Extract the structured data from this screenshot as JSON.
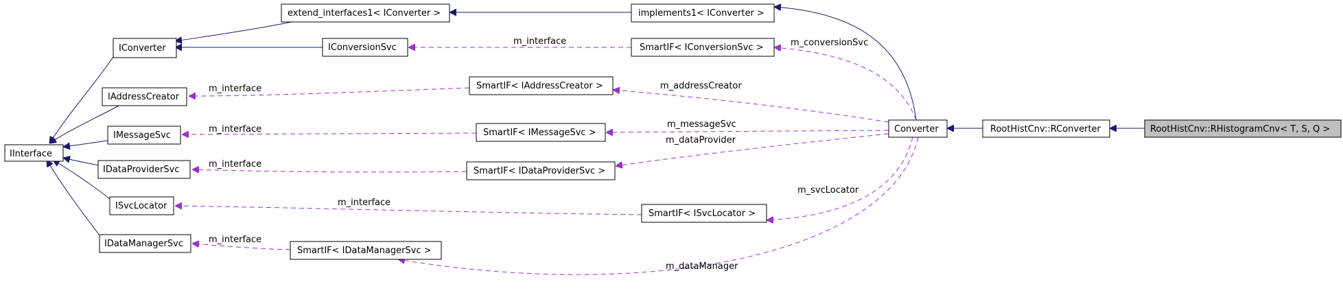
{
  "nodes": {
    "iinterface": "IInterface",
    "iconverter": "IConverter",
    "iaddresscreator": "IAddressCreator",
    "imessagesvc": "IMessageSvc",
    "idataprovidersvc": "IDataProviderSvc",
    "isvclocator": "ISvcLocator",
    "idatamanagersvc": "IDataManagerSvc",
    "extend_interfaces1": "extend_interfaces1< IConverter >",
    "iconversionsvc": "IConversionSvc",
    "implements1": "implements1< IConverter >",
    "smartif_iconversionsvc": "SmartIF< IConversionSvc >",
    "smartif_iaddresscreator": "SmartIF< IAddressCreator >",
    "smartif_imessagesvc": "SmartIF< IMessageSvc >",
    "smartif_idataprovidersvc": "SmartIF< IDataProviderSvc >",
    "smartif_isvclocator": "SmartIF< ISvcLocator >",
    "smartif_idatamanagersvc": "SmartIF< IDataManagerSvc >",
    "converter": "Converter",
    "rconverter": "RootHistCnv::RConverter",
    "rhistogramcnv": "RootHistCnv::RHistogramCnv< T, S, Q >"
  },
  "edge_labels": {
    "m_interface_conversionsvc": "m_interface",
    "m_interface_addresscreator": "m_interface",
    "m_interface_messagesvc": "m_interface",
    "m_interface_dataprovidersvc": "m_interface",
    "m_interface_svclocator": "m_interface",
    "m_interface_datamanagersvc": "m_interface",
    "m_conversionSvc": "m_conversionSvc",
    "m_addressCreator": "m_addressCreator",
    "m_messageSvc": "m_messageSvc",
    "m_dataProvider": "m_dataProvider",
    "m_svcLocator": "m_svcLocator",
    "m_dataManager": "m_dataManager"
  },
  "colors": {
    "inheritance": "#191970",
    "usage": "#9a32cd",
    "highlight": "#bfbfbf"
  }
}
